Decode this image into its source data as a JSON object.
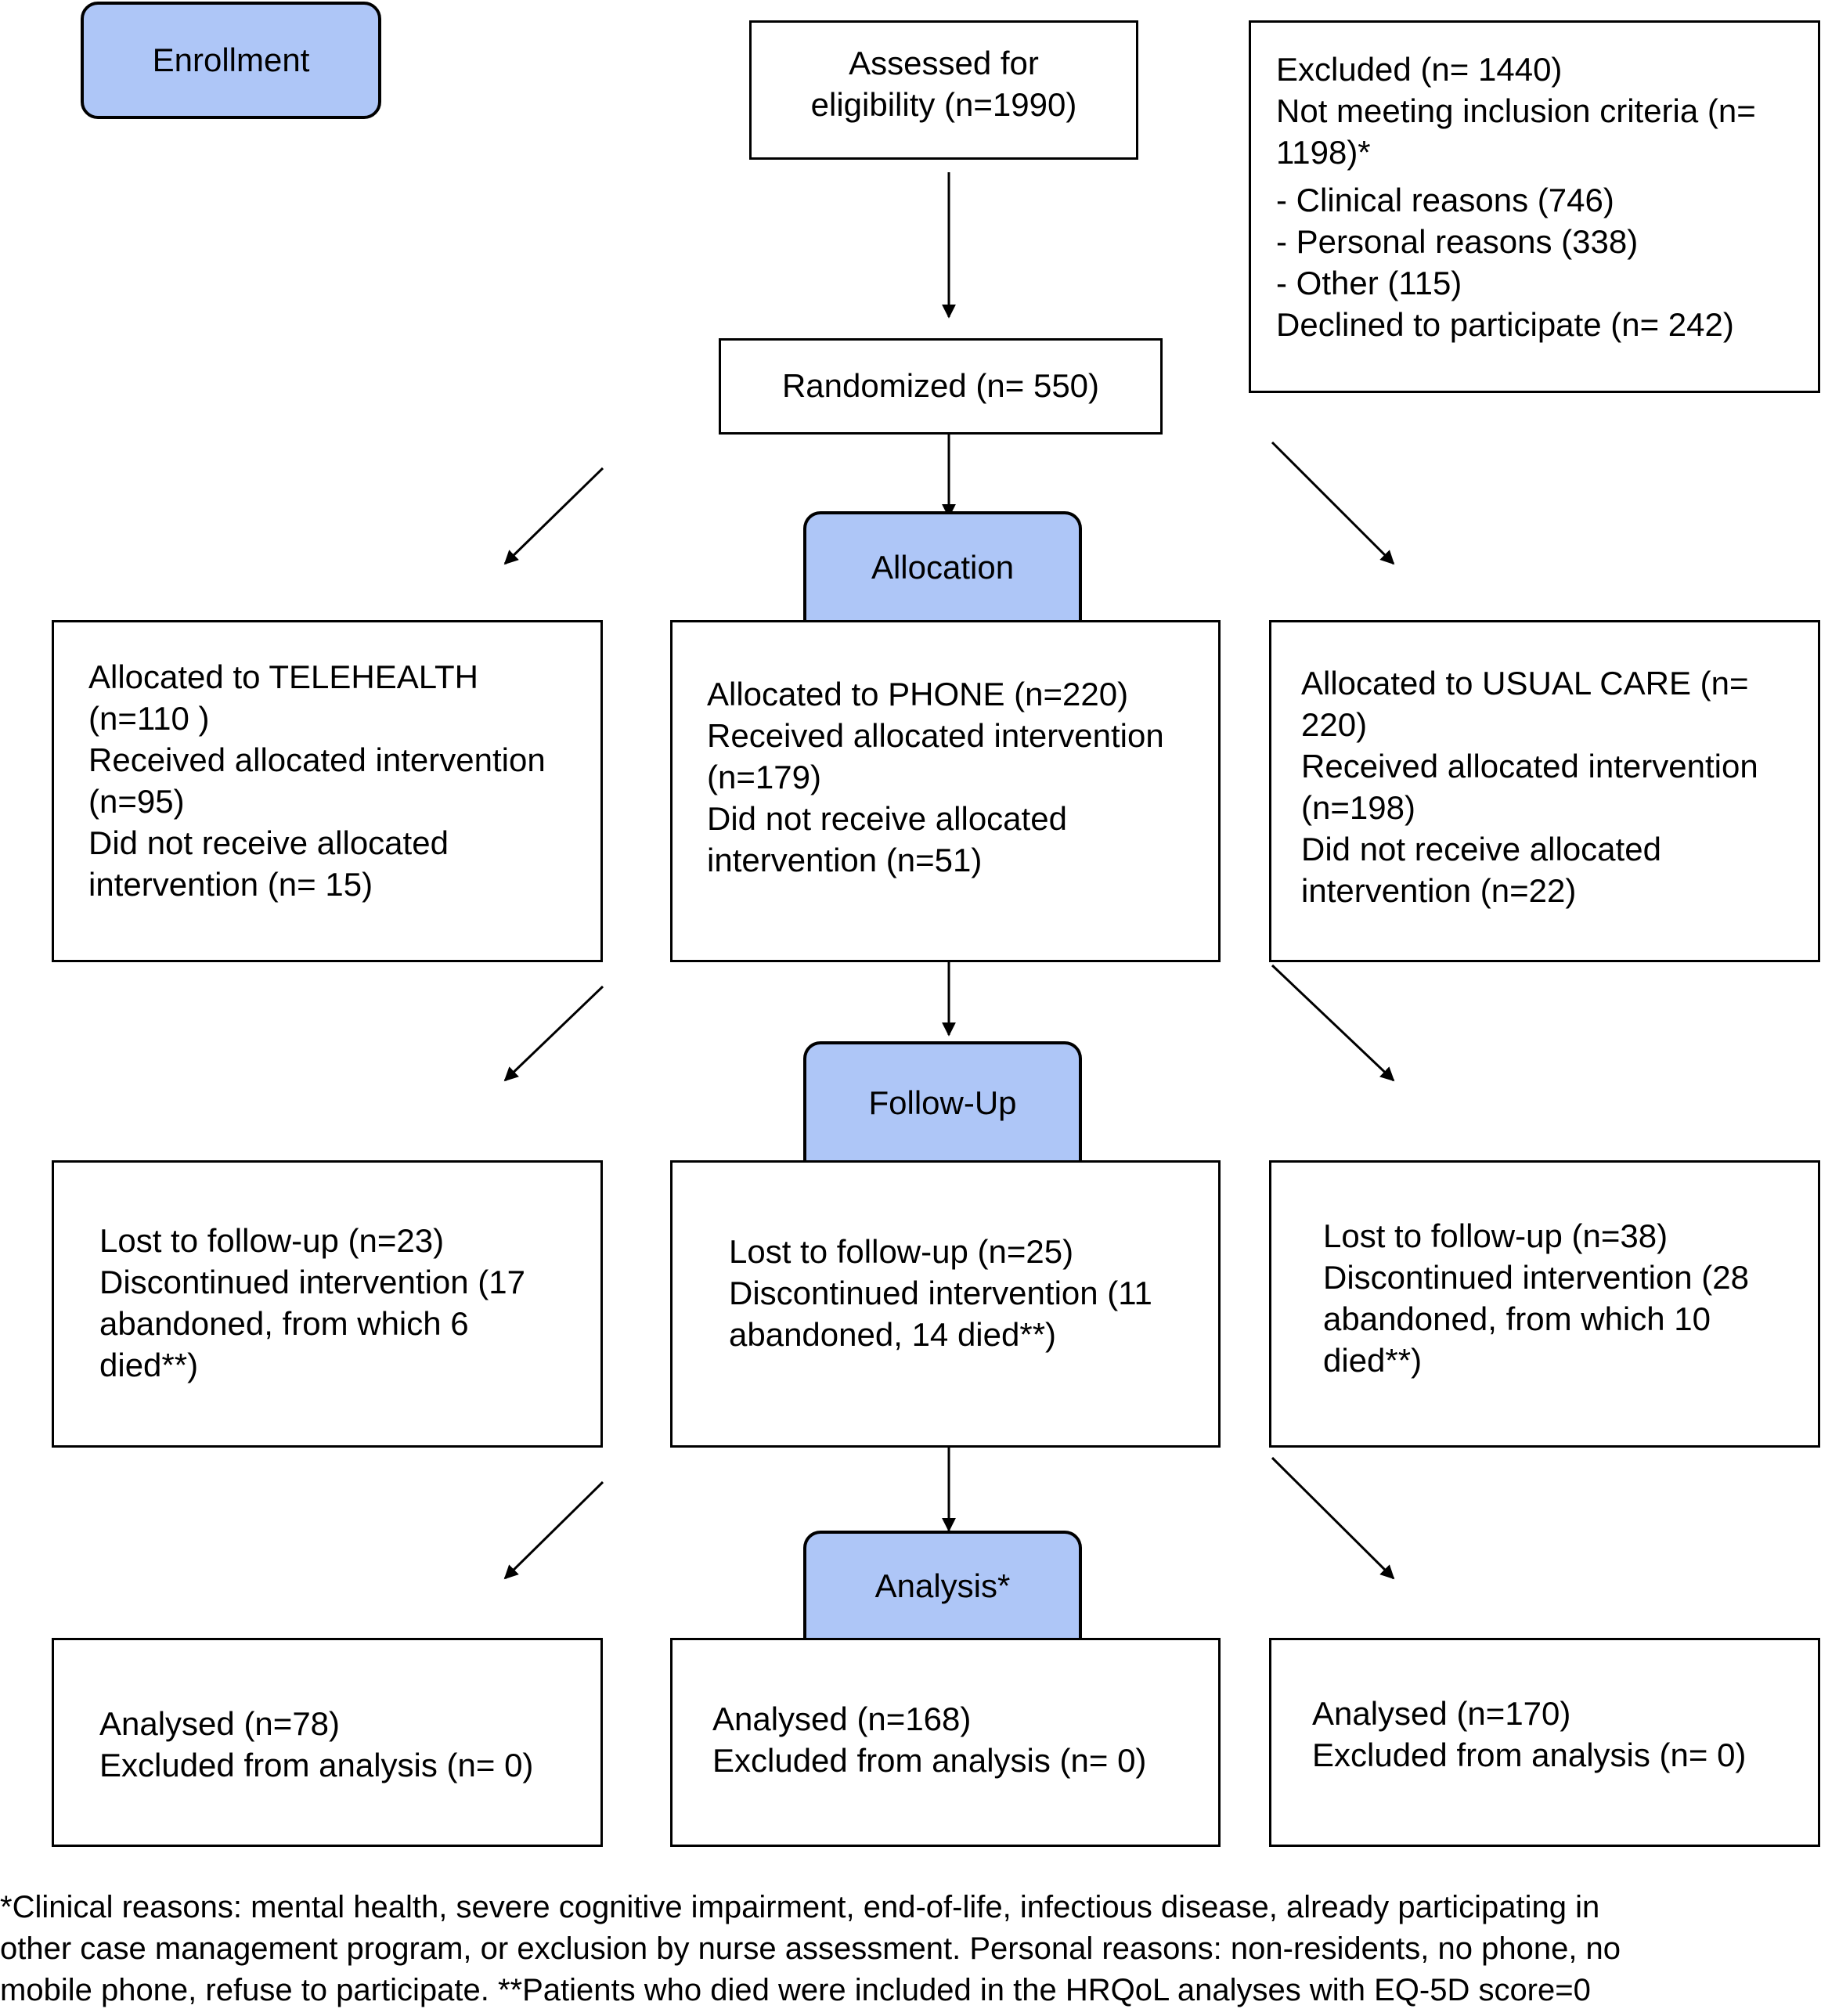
{
  "stages": {
    "enrollment": "Enrollment",
    "allocation": "Allocation",
    "followup": "Follow-Up",
    "analysis": "Analysis*"
  },
  "assessed": {
    "lines": [
      "Assessed for",
      "eligibility (n=1990)"
    ]
  },
  "excluded": {
    "lines": [
      "Excluded (n= 1440)",
      "Not meeting inclusion criteria (n=",
      "1198)*",
      "- Clinical reasons (746)",
      "- Personal reasons (338)",
      "- Other (115)",
      "Declined to participate (n= 242)"
    ]
  },
  "randomized": "Randomized (n= 550)",
  "allocation_boxes": {
    "telehealth": [
      "Allocated to TELEHEALTH",
      "(n=110 )",
      "Received allocated intervention",
      "(n=95)",
      "Did not receive allocated",
      "intervention (n= 15)"
    ],
    "phone": [
      "Allocated to PHONE (n=220)",
      "Received allocated intervention",
      "(n=179)",
      "Did not receive allocated",
      "intervention (n=51)"
    ],
    "usual_care": [
      "Allocated to USUAL CARE (n=",
      "220)",
      "Received allocated intervention",
      "(n=198)",
      "Did not receive allocated",
      "intervention (n=22)"
    ]
  },
  "followup_boxes": {
    "telehealth": [
      "Lost to follow-up (n=23)",
      "Discontinued intervention (17",
      "abandoned, from which 6",
      "died**)"
    ],
    "phone": [
      "Lost to follow-up (n=25)",
      "Discontinued intervention (11",
      "abandoned, 14 died**)"
    ],
    "usual_care": [
      "Lost to follow-up (n=38)",
      "Discontinued intervention (28",
      "abandoned, from which 10",
      "died**)"
    ]
  },
  "analysis_boxes": {
    "telehealth": [
      "Analysed (n=78)",
      "Excluded from analysis (n= 0)"
    ],
    "phone": [
      "Analysed (n=168)",
      "Excluded from analysis (n= 0)"
    ],
    "usual_care": [
      "Analysed (n=170)",
      "Excluded from analysis (n= 0)"
    ]
  },
  "footnote": [
    "*Clinical reasons: mental health, severe cognitive impairment, end-of-life, infectious disease, already participating in",
    "other case management program, or exclusion by nurse assessment. Personal reasons: non-residents, no phone, no",
    "mobile phone, refuse to participate. **Patients who died were included in the HRQoL analyses with EQ-5D score=0"
  ],
  "colors": {
    "stage_fill": "#aec6f7",
    "line": "#000000"
  }
}
